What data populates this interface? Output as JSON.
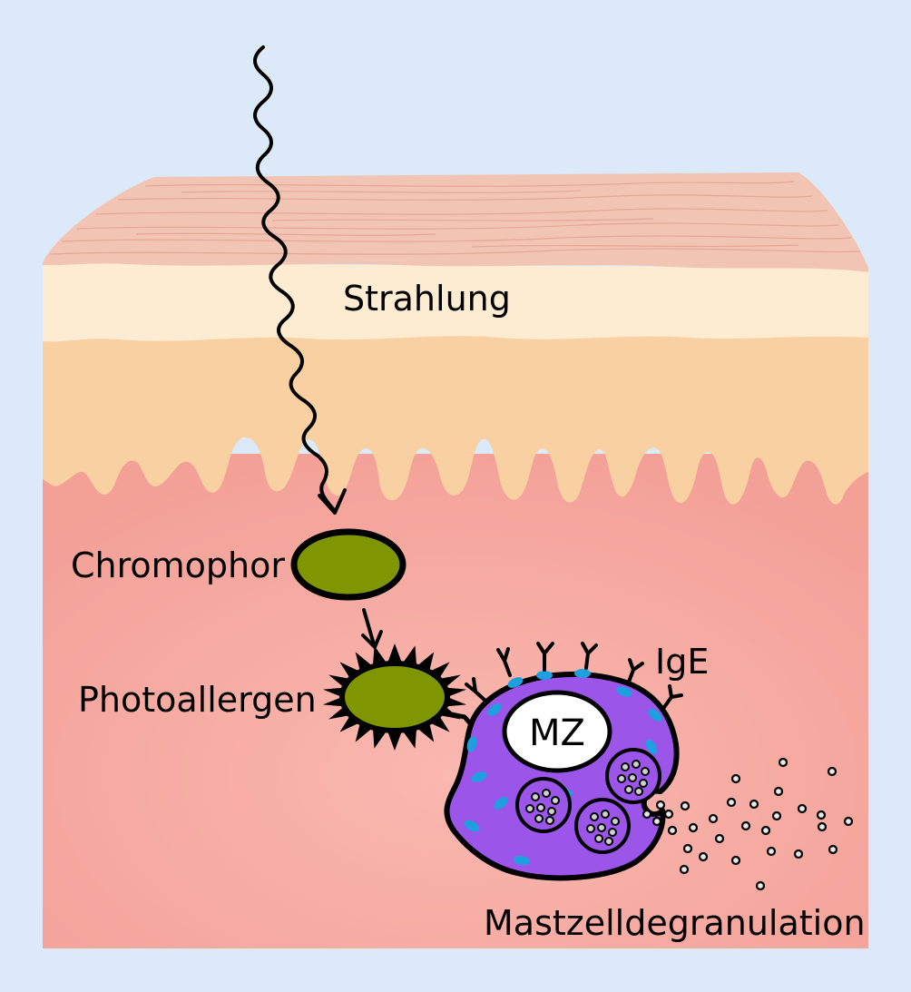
{
  "labels": {
    "radiation": "Strahlung",
    "chromophore": "Chromophor",
    "photoallergen": "Photoallergen",
    "ige": "IgE",
    "mast_cell": "MZ",
    "degranulation": "Mastzelldegranulation"
  },
  "colors": {
    "background": "#dce9f8",
    "stratum_corneum": "#f2c4b4",
    "epidermis_upper": "#fdebd2",
    "epidermis_lower": "#f9d0a2",
    "dermis": "#f4a6a0",
    "chromophore_fill": "#7f9600",
    "mast_cell_fill": "#9b55e8",
    "receptor_fill": "#1ea0e0"
  }
}
